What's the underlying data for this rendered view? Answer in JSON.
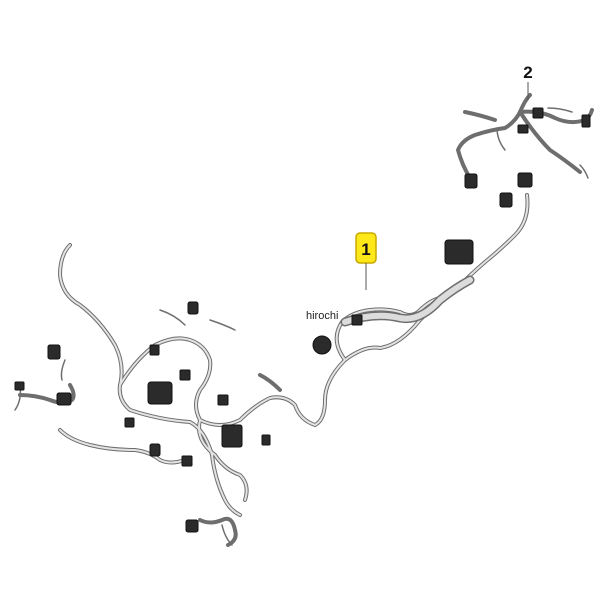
{
  "diagram": {
    "callouts": [
      {
        "id": "1",
        "label": "1",
        "highlighted": true
      },
      {
        "id": "2",
        "label": "2",
        "highlighted": false
      }
    ],
    "watermark": "hirochi",
    "colors": {
      "background": "#ffffff",
      "wire_outline": "#6e6e6e",
      "wire_fill": "#d9d9d9",
      "connector": "#2b2b2b",
      "highlight_fill": "#ffe81a",
      "highlight_stroke": "#c8a800",
      "leader_line": "#555555"
    }
  }
}
